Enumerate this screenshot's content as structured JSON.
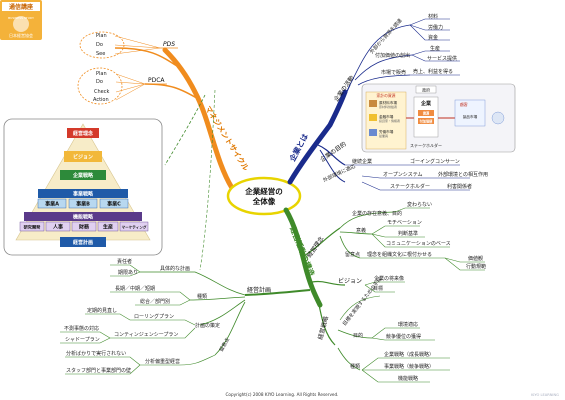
{
  "logo": {
    "line1": "通信講座",
    "line2": "日本経営協会",
    "sub": "BUSINESS STUDY"
  },
  "center": {
    "line1": "企業経営の",
    "line2": "全体像"
  },
  "branches": {
    "management_cycle": "マネジメントサイクル",
    "what_is_company": "企業とは",
    "business_structure": "経営活動の構造"
  },
  "cycles": {
    "pds": {
      "label": "PDS",
      "items": [
        "Plan",
        "Do",
        "See"
      ]
    },
    "pdca": {
      "label": "PDCA",
      "items": [
        "Plan",
        "Do",
        "Check",
        "Action"
      ]
    }
  },
  "pyramid": {
    "levels": [
      "経営理念",
      "ビジョン",
      "企業戦略",
      "事業戦略",
      "事業A",
      "事業B",
      "事業C",
      "機能戦略",
      "研究開発",
      "人事",
      "財務",
      "生産",
      "マーケティング",
      "経営計画"
    ]
  },
  "company": {
    "activity": "企業の活動",
    "value_creation": "外部から資源を調達",
    "resources": [
      "材料",
      "労働力",
      "資金"
    ],
    "value_add": "付加価値の創出",
    "outputs": [
      "生産",
      "サービス提供"
    ],
    "market": "市場で販売",
    "sales": "売上、利益を得る",
    "purpose": "企業の目的",
    "going_concern": "継続企業",
    "going_concern_en": "ゴーイングコンサーン",
    "environment": "外部環境に適応",
    "open_system": "オープンシステム",
    "open_system_desc": "外部環境との相互作用",
    "stakeholder": "ステークホルダー",
    "stakeholder_desc": "利害関係者"
  },
  "diagram_box": {
    "government": "政府",
    "market_label": "家計の資源",
    "inputs": [
      "原材料市場",
      "金融市場",
      "労働市場"
    ],
    "input_subs": [
      "原材料供給者",
      "投資家・債権者",
      "従業員"
    ],
    "company": "企業",
    "company_sub": [
      "資源",
      "付加価値"
    ],
    "output_market": "製品市場",
    "customer": "顧客",
    "caption": "ステークホルダー"
  },
  "structure": {
    "principle": "経営理念",
    "existence": "企業の存在意義、目的",
    "unchanging": "変わらない",
    "motivation": "モチベーション",
    "meaning": "意義",
    "judgment": "判断基準",
    "communication": "コミュニケーションのベース",
    "caution": "留意点",
    "penetration": "理念を組織文化に根付かせる",
    "values": "価値観",
    "behavior": "行動規範",
    "vision": "ビジョン",
    "future": "企業の将来像",
    "goal": "目標",
    "strategy": "経営戦略",
    "means": "目標を実現するための手段",
    "target": "目的",
    "env_adapt": "環境適応",
    "advantage": "競争優位の獲得",
    "types": "種類",
    "corporate": "企業戦略（成長戦略）",
    "business": "事業戦略（競争戦略）",
    "functional": "機能戦略"
  },
  "planning": {
    "plan": "経営計画",
    "specific": "具体的な計画",
    "responsible": "責任者",
    "deadline": "期限あり",
    "kinds": "種類",
    "long_mid_short": "長期／中期／短期",
    "overall": "総合／部門別",
    "planning_method": "計画の策定",
    "rolling": "ローリングプラン",
    "periodic": "定期的見直し",
    "contingency": "コンティンジェンシープラン",
    "uncertain": "不測事態の対応",
    "shadow": "シャドープラン",
    "caution": "留意点",
    "analysis": "分析偏重型経営",
    "analysis_only": "分析ばかりで実行されない",
    "staff_gap": "スタッフ部門と事業部門の壁"
  },
  "copyright": "Copyright(c) 2008 KIYO Learning. All Rights Reserved.",
  "brand": "KIYO LEARNING",
  "colors": {
    "orange": "#f08c1e",
    "navy": "#1a2b8c",
    "green": "#3f8a2a",
    "center_border": "#e8d400"
  }
}
